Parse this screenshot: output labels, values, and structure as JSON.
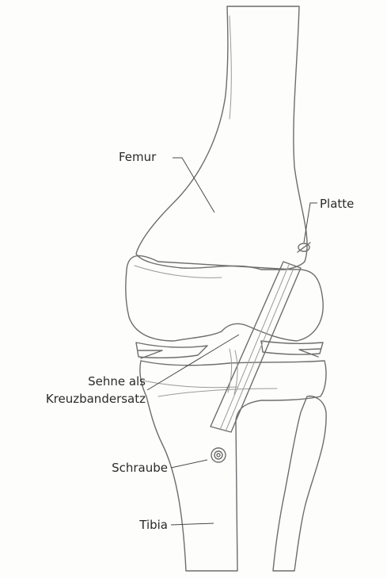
{
  "labels": {
    "femur": "Femur",
    "platte": "Platte",
    "sehne_line1": "Sehne als",
    "sehne_line2": "Kreuzbandersatz",
    "schraube": "Schraube",
    "tibia": "Tibia"
  },
  "colors": {
    "bone_fill": "#f4f4f4",
    "pencil_stroke": "#6d6d6d",
    "label_text": "#2a2a2a"
  }
}
